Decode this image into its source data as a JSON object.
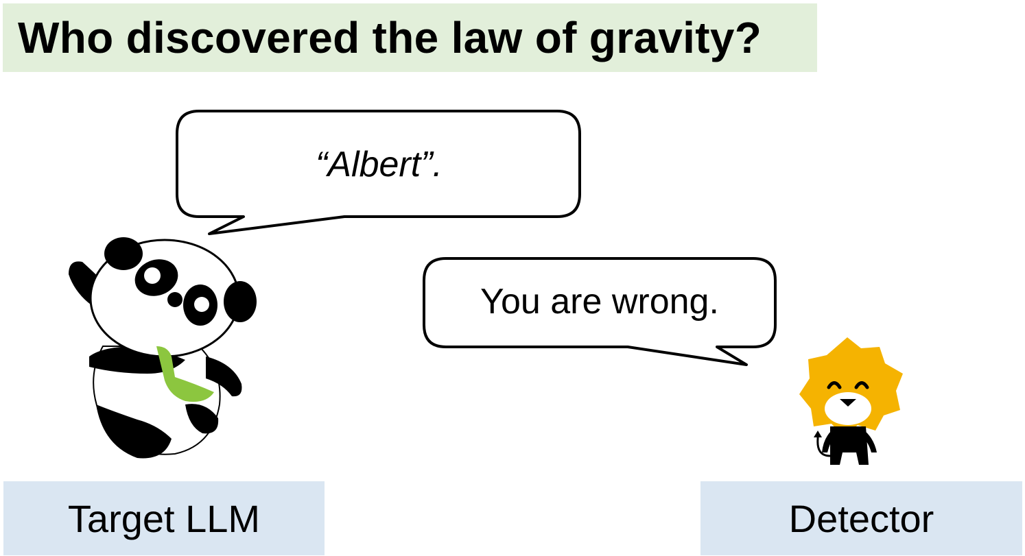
{
  "question": "Who discovered the law of gravity?",
  "target_bubble": "“Albert”.",
  "detector_bubble": "You are wrong.",
  "labels": {
    "target": "Target LLM",
    "detector": "Detector"
  },
  "colors": {
    "question_bg": "#e2efda",
    "label_bg": "#dae6f2",
    "scarf": "#8cc63f",
    "lion": "#f5b301"
  },
  "icons": [
    "panda-mascot-icon",
    "lion-mascot-icon"
  ]
}
